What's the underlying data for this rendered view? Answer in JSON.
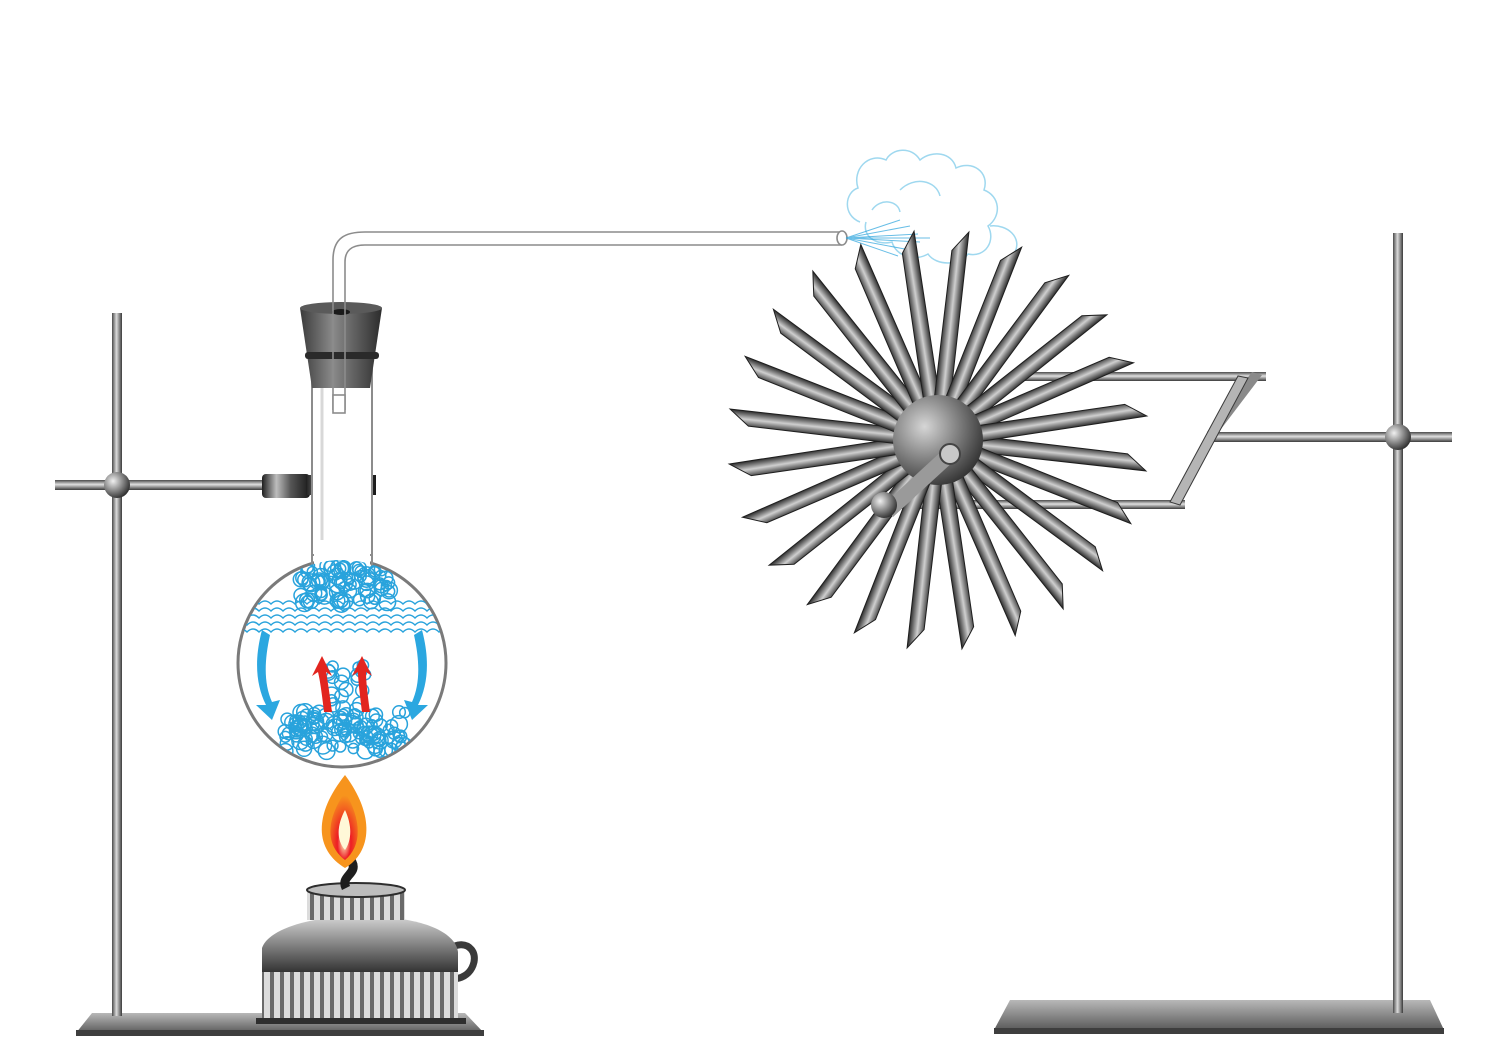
{
  "figure": {
    "background": "#ffffff",
    "components": [
      {
        "id": "left-stand",
        "icon": "retort-stand-icon"
      },
      {
        "id": "flask",
        "icon": "round-bottom-flask-icon"
      },
      {
        "id": "stopper",
        "icon": "rubber-stopper-icon"
      },
      {
        "id": "delivery-tube",
        "icon": "glass-tube-icon"
      },
      {
        "id": "burner",
        "icon": "spirit-lamp-icon"
      },
      {
        "id": "flame",
        "icon": "flame-icon"
      },
      {
        "id": "steam",
        "icon": "steam-cloud-icon"
      },
      {
        "id": "turbine",
        "icon": "paddle-wheel-icon"
      },
      {
        "id": "right-stand",
        "icon": "retort-stand-icon"
      }
    ],
    "colors": {
      "metal_dark": "#3a3a3a",
      "metal_light": "#d8d8d8",
      "water_blue": "#29a3dc",
      "convection_down": "#2ba7e0",
      "convection_up": "#e2251f",
      "flame_outer": "#f7941d",
      "flame_inner": "#ed1c24",
      "steam_outline": "#9fd8ef",
      "glass_outline": "#8c8c8c"
    },
    "turbine": {
      "blade_count": 24
    }
  }
}
